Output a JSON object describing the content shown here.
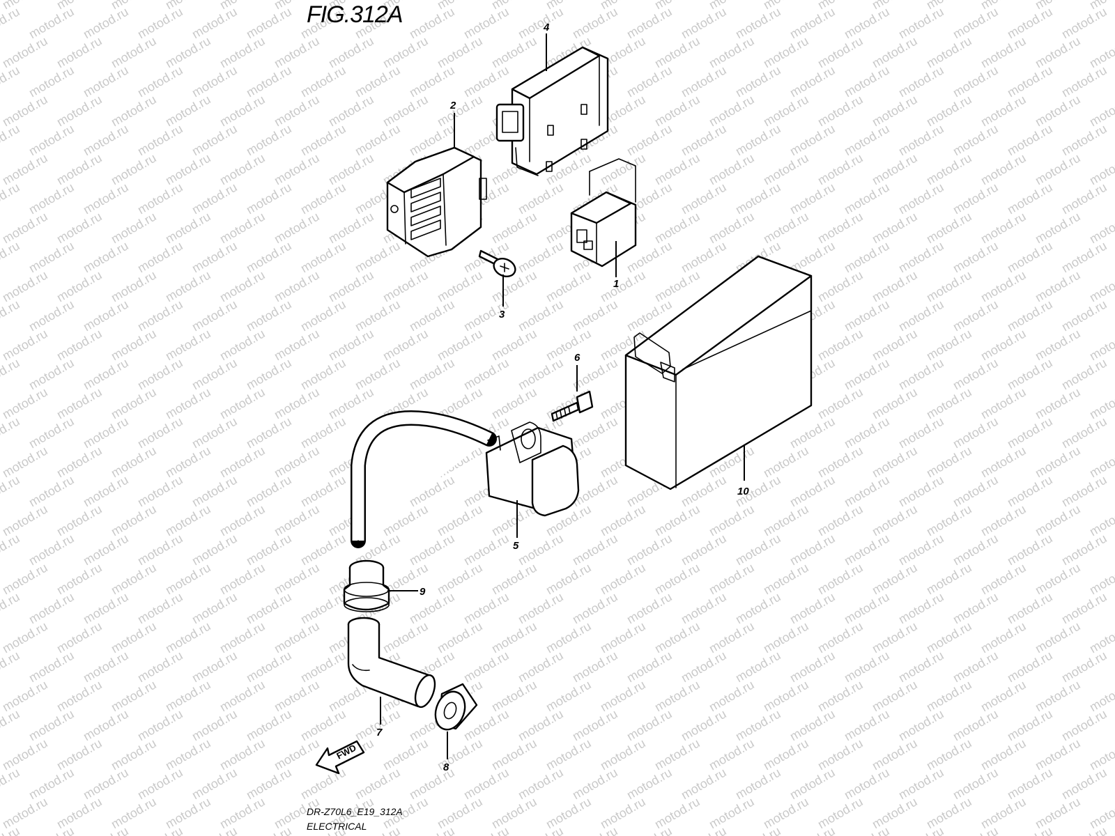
{
  "figure": {
    "title": "FIG.312A",
    "code": "DR-Z70L6_E19_312A",
    "name": "ELECTRICAL"
  },
  "watermark": {
    "text": "motod.ru",
    "color": "#c9c9c9"
  },
  "callouts": [
    "1",
    "2",
    "3",
    "4",
    "5",
    "6",
    "7",
    "8",
    "9",
    "10"
  ],
  "direction_arrow": {
    "label": "FWD"
  }
}
